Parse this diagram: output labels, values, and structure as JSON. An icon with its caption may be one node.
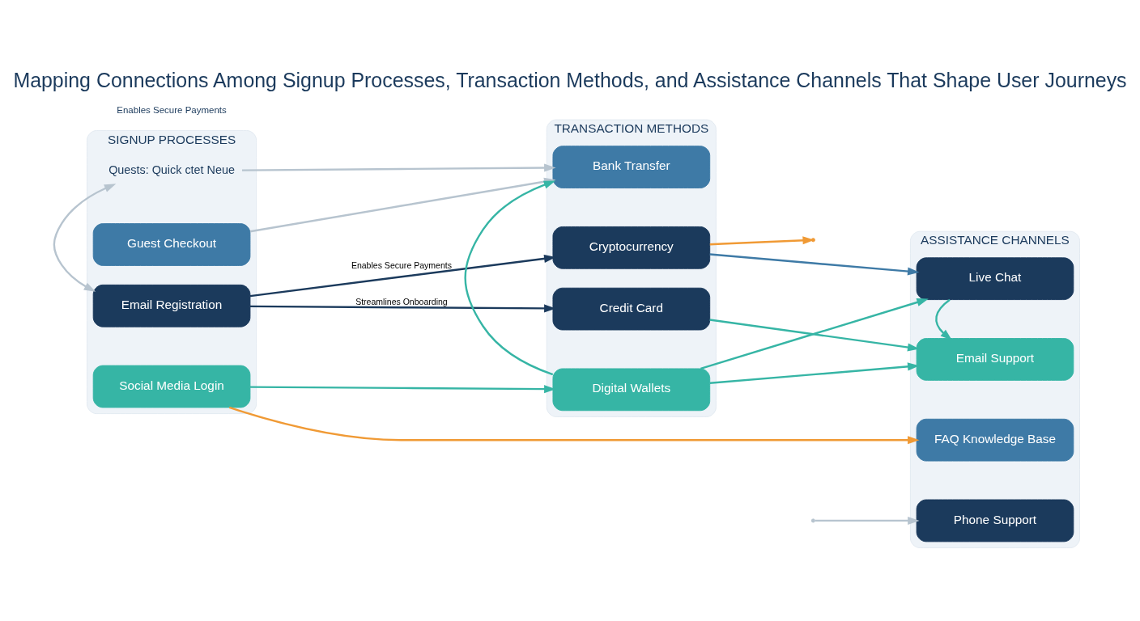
{
  "diagram": {
    "title": "Mapping Connections Among Signup Processes, Transaction Methods, and Assistance Channels That Shape User Journeys",
    "nodes": [
      {
        "text": [
          "SIGNUP PROCESSES"
        ]
      },
      {
        "text": [
          "Email Registration"
        ],
        "in": 0
      },
      {
        "text": [
          "Social Media Login"
        ],
        "in": 0
      },
      {
        "text": [
          "Guest Checkout"
        ],
        "in": 0
      },
      {
        "text": [
          "Quests: Quick ctet Neue"
        ],
        "in": 0
      },
      {
        "text": [
          "TRANSACTION METHODS"
        ]
      },
      {
        "text": [
          "Credit Card"
        ],
        "in": 5
      },
      {
        "text": [
          "Digital Wallets"
        ],
        "in": 5
      },
      {
        "text": [
          "Bank Transfer"
        ],
        "in": 5
      },
      {
        "text": [
          "Cryptocurrency"
        ],
        "in": 5
      },
      {
        "text": [
          "ASSISTANCE CHANNELS"
        ]
      },
      {
        "text": [
          "Live Chat"
        ],
        "in": 10
      },
      {
        "text": [
          "Email Support"
        ],
        "in": 10
      },
      {
        "text": [
          "FAQ Knowledge Base"
        ],
        "in": 10
      },
      {
        "text": [
          "Phone Support"
        ],
        "in": 10
      }
    ],
    "edges": [
      {
        "from": 1,
        "to": 6,
        "arrow": "to",
        "label": "Streamlines Onboarding",
        "color": "#1b3a5c"
      },
      {
        "from": 1,
        "to": 9,
        "arrow": "to",
        "label": "Enables Secure Payments",
        "color": "#1b3a5c"
      },
      {
        "from": 2,
        "to": 7,
        "arrow": "to"
      },
      {
        "from": 3,
        "to": 8,
        "arrow": "to",
        "color": "#b7c4cf"
      },
      {
        "from": 2,
        "to": 13,
        "arrow": "to",
        "color": "#f09a35"
      },
      {
        "from": 1,
        "to": 4,
        "arrow": "both",
        "color": "#b7c4cf"
      },
      {
        "from": 4,
        "to": 8,
        "arrow": "to",
        "color": "#b7c4cf"
      },
      {
        "from": 7,
        "to": 8,
        "arrow": "to"
      },
      {
        "from": 7,
        "to": 11,
        "arrow": "to"
      },
      {
        "from": 6,
        "to": 12,
        "arrow": "to"
      },
      {
        "from": 11,
        "to": 12,
        "arrow": "to"
      },
      {
        "from": 7,
        "to": 12,
        "arrow": "to"
      },
      {
        "from": 9,
        "to": null,
        "arrow": "to",
        "color": "#f09a35"
      },
      {
        "from": 9,
        "to": 11,
        "arrow": "to",
        "color": "#3e7aa6"
      },
      {
        "from": null,
        "to": 14,
        "arrow": "to",
        "color": "#b7c4cf"
      }
    ],
    "labels": [
      "Enables Secure Payments"
    ]
  }
}
